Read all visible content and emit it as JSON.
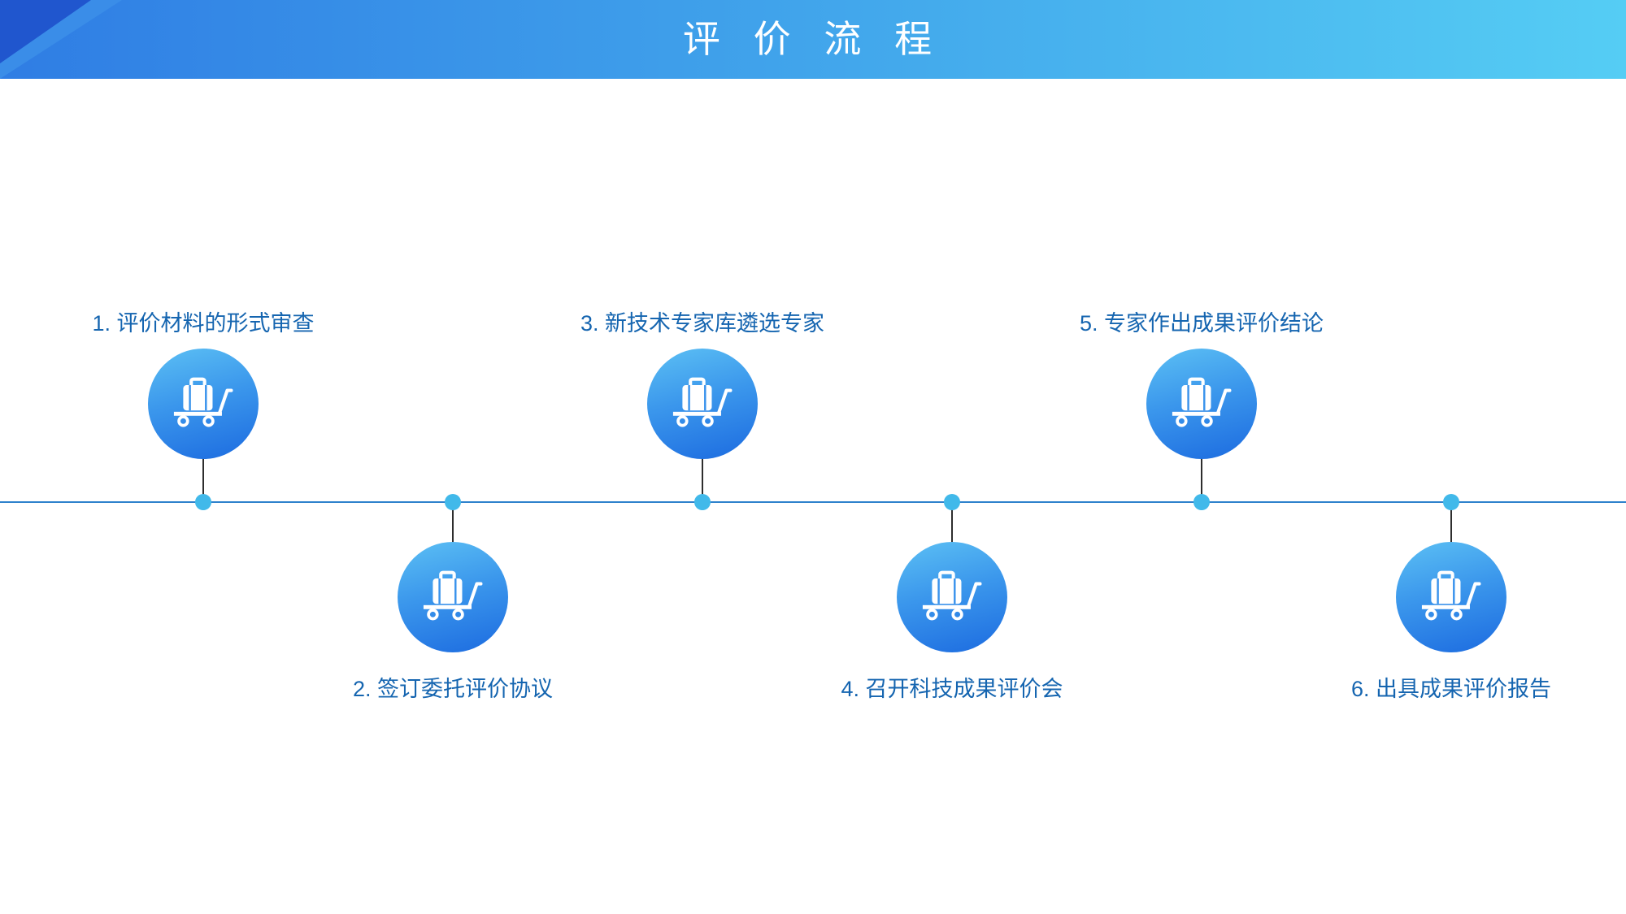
{
  "header": {
    "title": "评 价 流 程"
  },
  "colors": {
    "header_gradient_start": "#2f7de4",
    "header_gradient_end": "#55cdf4",
    "corner_triangle_dark": "#2056ce",
    "corner_triangle_light": "#3a8de8",
    "circle_gradient_start": "#5cc0f4",
    "circle_gradient_end": "#1c6be0",
    "timeline_line": "#2e82cc",
    "timeline_dot": "#41b9ea",
    "connector_line": "#2e2e2e",
    "label_text": "#1565b0",
    "title_text": "#ffffff"
  },
  "timeline": {
    "steps": [
      {
        "label": "1. 评价材料的形式审查",
        "position": "above",
        "icon": "luggage-cart-icon"
      },
      {
        "label": "2. 签订委托评价协议",
        "position": "below",
        "icon": "luggage-cart-icon"
      },
      {
        "label": "3. 新技术专家库遴选专家",
        "position": "above",
        "icon": "luggage-cart-icon"
      },
      {
        "label": "4. 召开科技成果评价会",
        "position": "below",
        "icon": "luggage-cart-icon"
      },
      {
        "label": "5. 专家作出成果评价结论",
        "position": "above",
        "icon": "luggage-cart-icon"
      },
      {
        "label": "6. 出具成果评价报告",
        "position": "below",
        "icon": "luggage-cart-icon"
      }
    ]
  }
}
